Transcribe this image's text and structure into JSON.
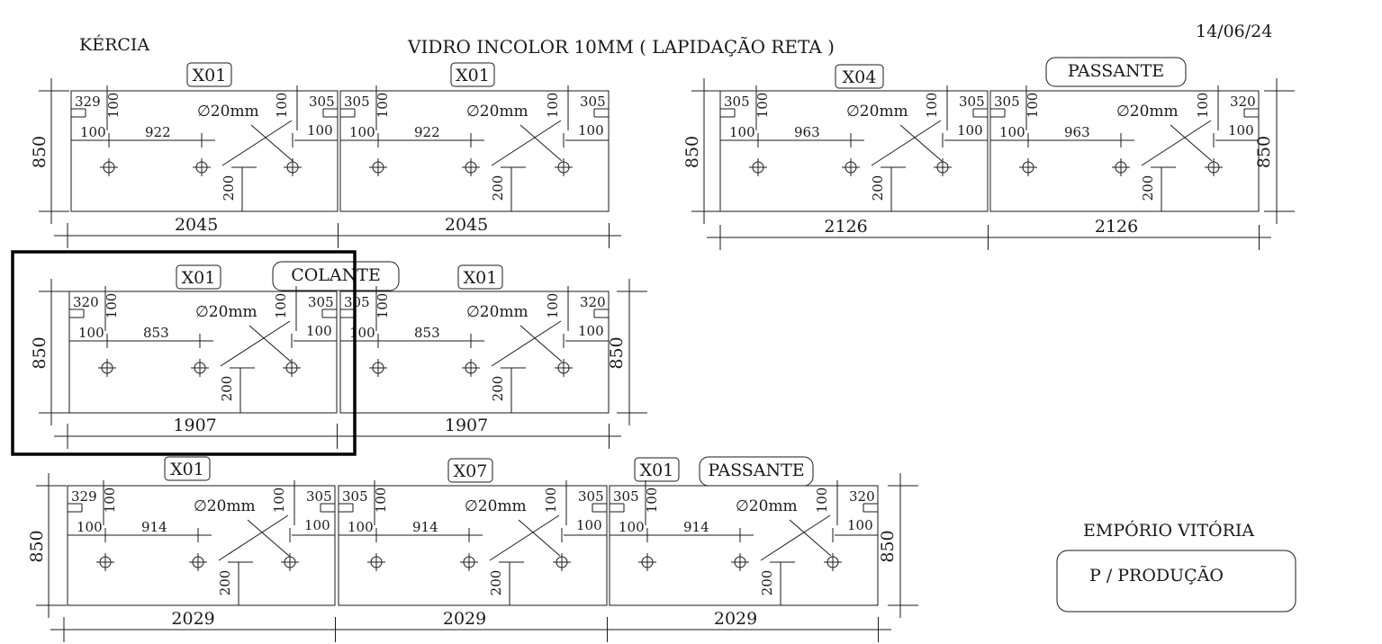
{
  "header": {
    "client": "KÉRCIA",
    "title": "VIDRO INCOLOR 10MM ( LAPIDAÇÃO RETA )",
    "date": "14/06/24"
  },
  "footer": {
    "store": "EMPÓRIO VITÓRIA",
    "production_label": "P / PRODUÇÃO"
  },
  "colors": {
    "line": "#1a1a1a",
    "highlight": "#000000"
  },
  "panels": [
    {
      "height": "850",
      "width": "2045",
      "tl_top": "329",
      "tl_side": "100",
      "tr_top": "305",
      "tr_side": "100",
      "hole_spacing": "922",
      "edge_left": "100",
      "edge_right": "100",
      "hole_label": "∅20mm",
      "drop": "200",
      "tags": [
        "X01"
      ]
    },
    {
      "height": "850",
      "width": "2045",
      "tl_top": "305",
      "tl_side": "100",
      "tr_top": "305",
      "tr_side": "100",
      "hole_spacing": "922",
      "edge_left": "100",
      "edge_right": "100",
      "hole_label": "∅20mm",
      "drop": "200",
      "tags": [
        "X01"
      ]
    },
    {
      "height": "850",
      "width": "2126",
      "tl_top": "305",
      "tl_side": "100",
      "tr_top": "305",
      "tr_side": "100",
      "hole_spacing": "963",
      "edge_left": "100",
      "edge_right": "100",
      "hole_label": "∅20mm",
      "drop": "200",
      "tags": [
        "X04"
      ]
    },
    {
      "height": "850",
      "width": "2126",
      "tl_top": "305",
      "tl_side": "100",
      "tr_top": "320",
      "tr_side": "100",
      "hole_spacing": "963",
      "edge_left": "100",
      "edge_right": "100",
      "hole_label": "∅20mm",
      "drop": "200",
      "tags": [
        "PASSANTE"
      ]
    },
    {
      "height": "850",
      "width": "1907",
      "tl_top": "320",
      "tl_side": "100",
      "tr_top": "305",
      "tr_side": "100",
      "hole_spacing": "853",
      "edge_left": "100",
      "edge_right": "100",
      "hole_label": "∅20mm",
      "drop": "200",
      "tags": [
        "X01",
        "COLANTE"
      ]
    },
    {
      "height": "850",
      "width": "1907",
      "tl_top": "305",
      "tl_side": "100",
      "tr_top": "320",
      "tr_side": "100",
      "hole_spacing": "853",
      "edge_left": "100",
      "edge_right": "100",
      "hole_label": "∅20mm",
      "drop": "200",
      "tags": [
        "X01"
      ]
    },
    {
      "height": "850",
      "width": "2029",
      "tl_top": "329",
      "tl_side": "100",
      "tr_top": "305",
      "tr_side": "100",
      "hole_spacing": "914",
      "edge_left": "100",
      "edge_right": "100",
      "hole_label": "∅20mm",
      "drop": "200",
      "tags": [
        "X01"
      ]
    },
    {
      "height": "850",
      "width": "2029",
      "tl_top": "305",
      "tl_side": "100",
      "tr_top": "305",
      "tr_side": "100",
      "hole_spacing": "914",
      "edge_left": "100",
      "edge_right": "100",
      "hole_label": "∅20mm",
      "drop": "200",
      "tags": [
        "X07"
      ]
    },
    {
      "height": "850",
      "width": "2029",
      "tl_top": "305",
      "tl_side": "100",
      "tr_top": "320",
      "tr_side": "100",
      "hole_spacing": "914",
      "edge_left": "100",
      "edge_right": "100",
      "hole_label": "∅20mm",
      "drop": "200",
      "tags": [
        "X01",
        "PASSANTE"
      ]
    }
  ]
}
